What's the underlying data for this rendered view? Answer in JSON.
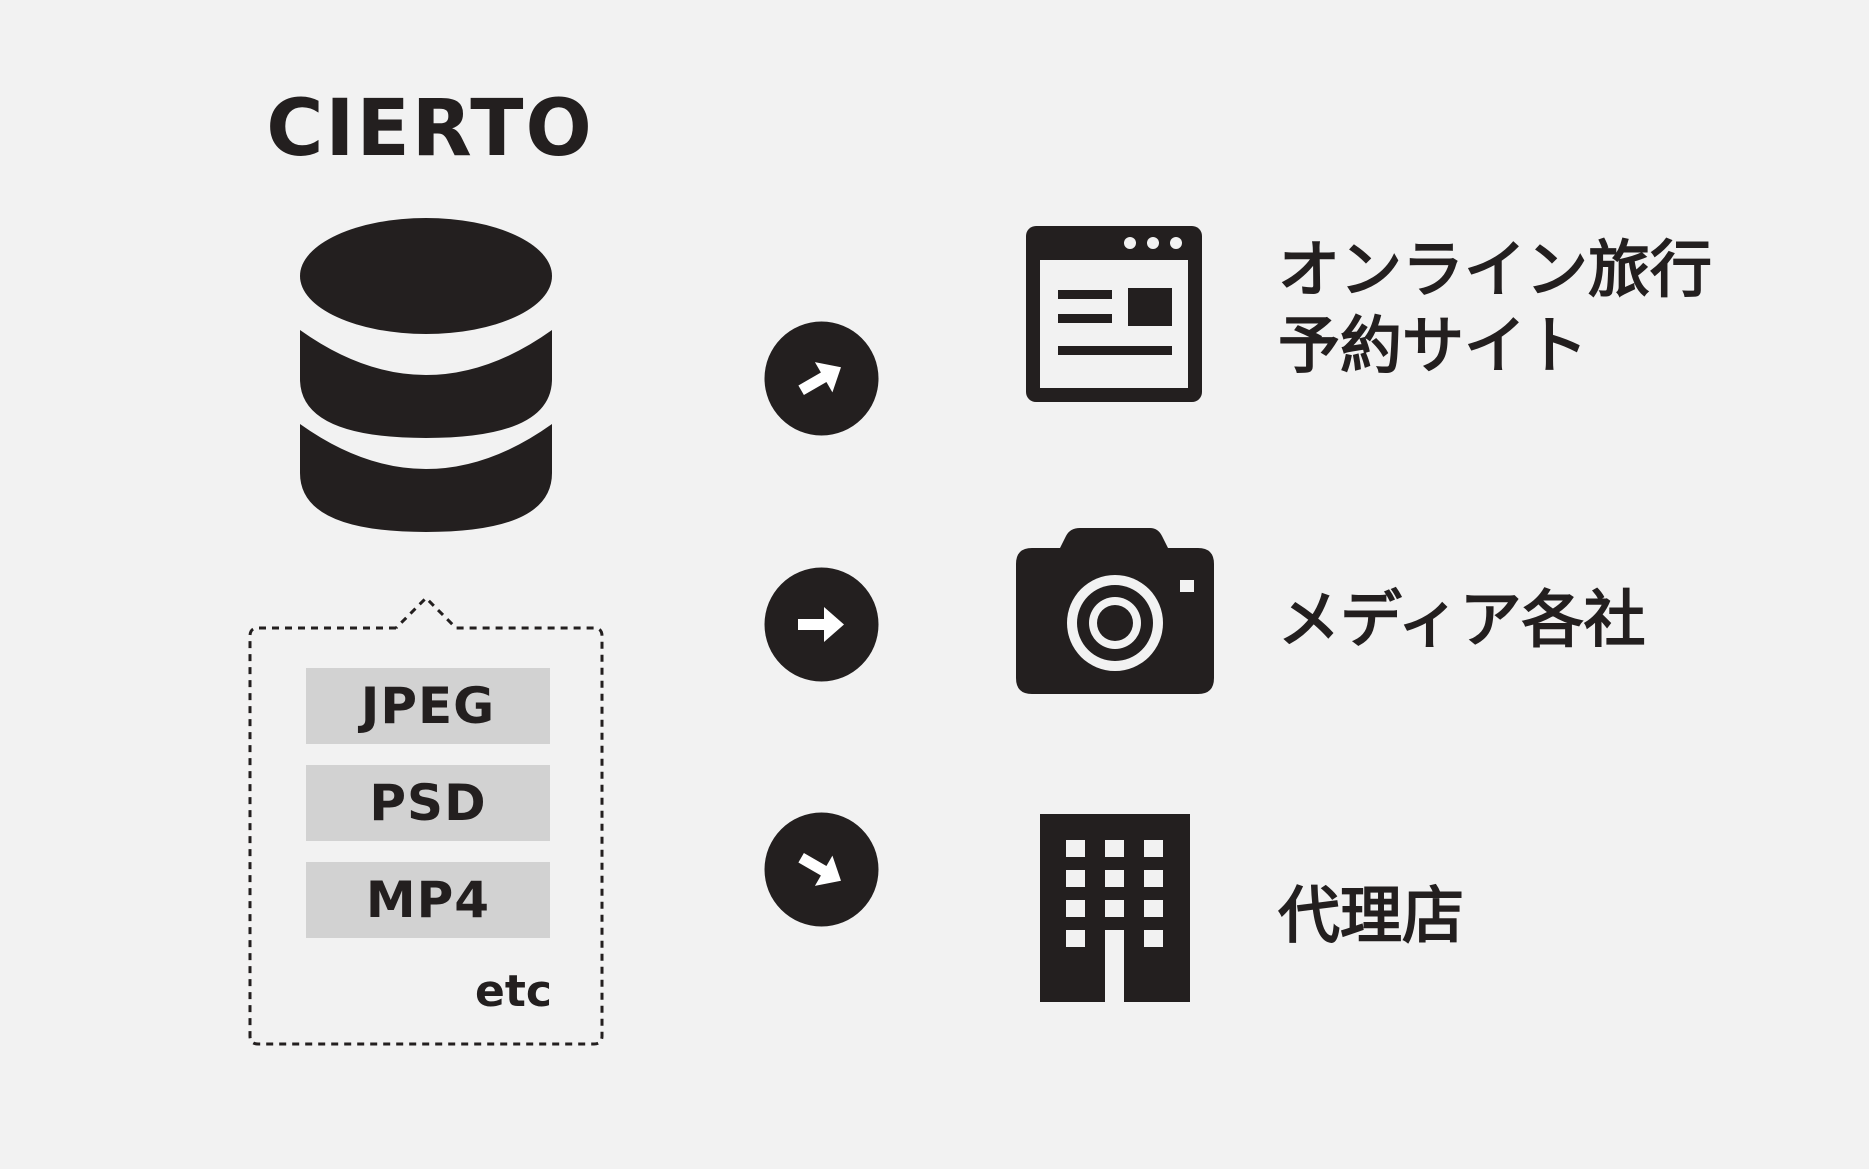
{
  "source": {
    "title": "CIERTO",
    "icon": "database-icon",
    "formats": [
      "JPEG",
      "PSD",
      "MP4"
    ],
    "more_label": "etc"
  },
  "destinations": [
    {
      "icon": "browser-window-icon",
      "label_lines": [
        "オンライン旅行",
        "予約サイト"
      ]
    },
    {
      "icon": "camera-icon",
      "label_lines": [
        "メディア各社"
      ]
    },
    {
      "icon": "building-icon",
      "label_lines": [
        "代理店"
      ]
    }
  ],
  "arrow_icons": [
    "arrow-up-right-icon",
    "arrow-right-icon",
    "arrow-down-right-icon"
  ],
  "colors": {
    "background": "#f2f2f2",
    "foreground": "#231f1f",
    "format_box": "#d2d2d2"
  }
}
